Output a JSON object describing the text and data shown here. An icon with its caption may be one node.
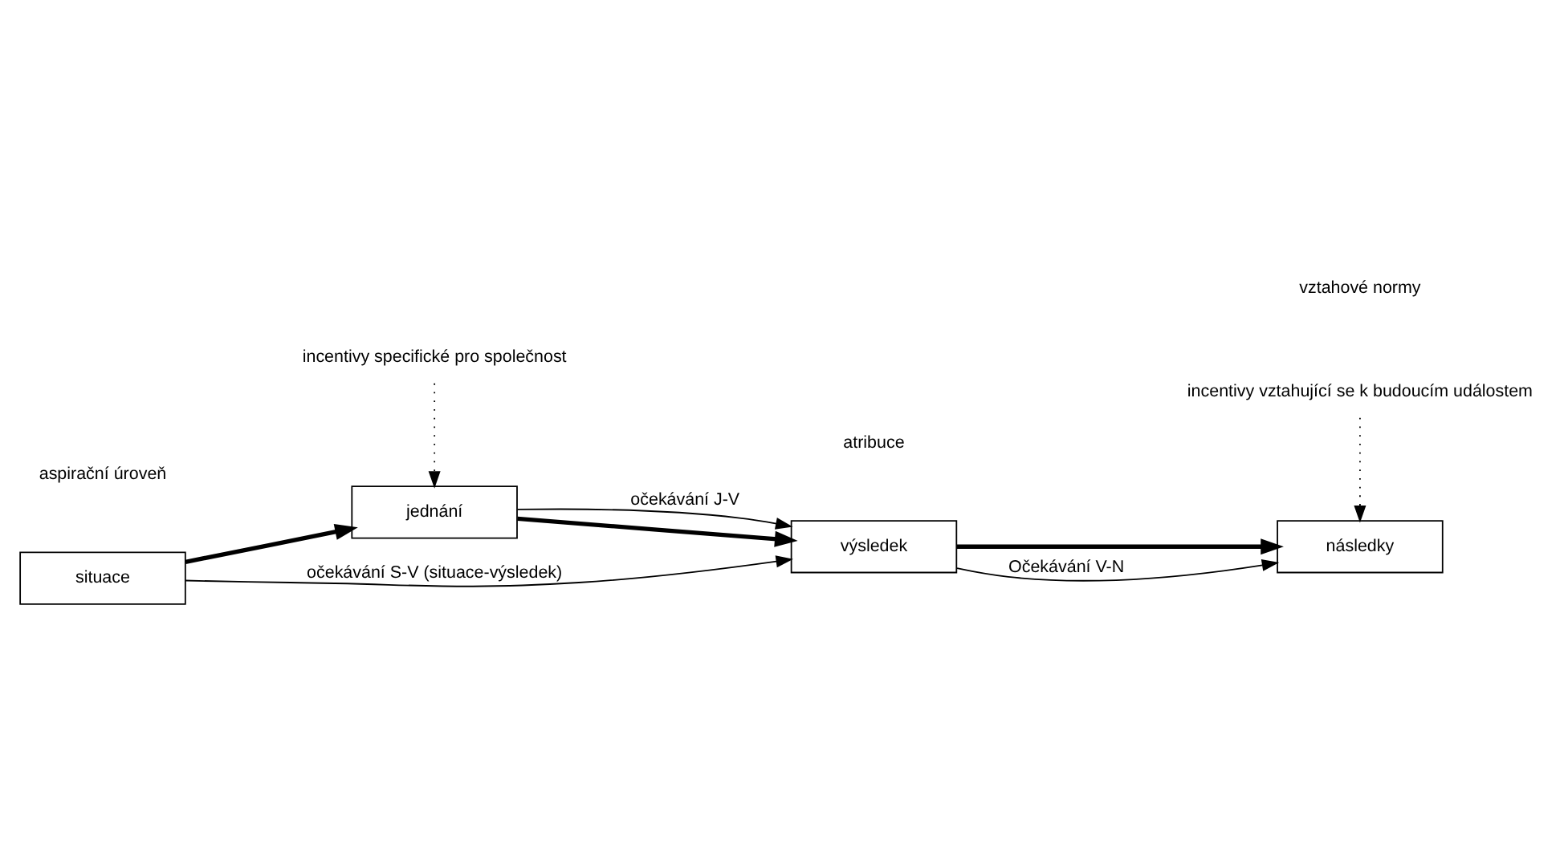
{
  "diagram": {
    "nodes": [
      {
        "text": [
          "situace"
        ]
      },
      {
        "text": [
          "jednání"
        ]
      },
      {
        "text": [
          "výsledek"
        ]
      },
      {
        "text": [
          "následky"
        ]
      },
      {
        "text": [
          "incentivy specifické pro společnost"
        ]
      },
      {
        "text": [
          "incentivy vztahující se k budoucím událostem"
        ]
      }
    ],
    "edges": [
      {
        "from": 0,
        "to": 1,
        "arrow": "to",
        "style": "thick"
      },
      {
        "from": 1,
        "to": 2,
        "arrow": "to",
        "style": "thick"
      },
      {
        "from": 2,
        "to": 3,
        "arrow": "to",
        "style": "thick"
      },
      {
        "from": 0,
        "to": 2,
        "arrow": "to",
        "label": "očekávání S-V (situace-výsledek)"
      },
      {
        "from": 1,
        "to": 2,
        "arrow": "to",
        "label": "očekávání J-V"
      },
      {
        "from": 2,
        "to": 3,
        "arrow": "to",
        "label": "Očekávání V-N"
      },
      {
        "from": 4,
        "to": 1,
        "arrow": "to",
        "style": "dashed"
      },
      {
        "from": 5,
        "to": 3,
        "arrow": "to",
        "style": "dashed"
      }
    ],
    "labels": [
      "aspirační úroveň",
      "atribuce",
      "vztahové normy"
    ]
  }
}
